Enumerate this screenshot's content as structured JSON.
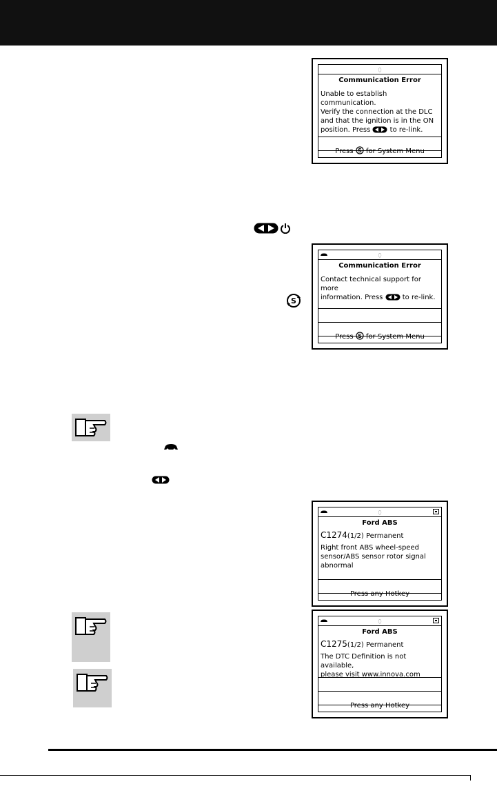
{
  "screens": [
    {
      "title": "Communication Error",
      "body": [
        "Unable to establish communication.",
        "Verify the connection at the DLC",
        "and that the ignition is in the ON",
        "position. Press"
      ],
      "body_tail": "to re-link.",
      "footer_pre": "Press",
      "footer_post": "for System Menu"
    },
    {
      "title": "Communication Error",
      "body": [
        "Contact technical support for more",
        "information. Press"
      ],
      "body_tail": "to re-link.",
      "footer_pre": "Press",
      "footer_post": "for System Menu"
    },
    {
      "title": "Ford ABS",
      "code": "C1274",
      "qualifier": "(1/2) Permanent",
      "body": [
        "Right front ABS wheel-speed",
        "sensor/ABS sensor rotor signal",
        "abnormal"
      ],
      "footer": "Press any Hotkey"
    },
    {
      "title": "Ford ABS",
      "code": "C1275",
      "qualifier": "(1/2) Permanent",
      "body": [
        "The DTC Definition is not available,",
        "please visit www.innova.com"
      ],
      "footer": "Press any Hotkey"
    }
  ],
  "icons": [
    "bluetooth-icon",
    "vehicle-icon",
    "battery-icon",
    "link-arrows-icon",
    "power-icon",
    "system-menu-icon",
    "note-hand-icon"
  ]
}
